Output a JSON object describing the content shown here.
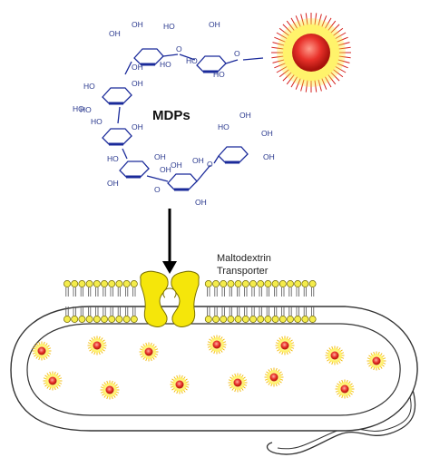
{
  "labels": {
    "compound": "MDPs",
    "transporter_line1": "Maltodextrin",
    "transporter_line2": "Transporter"
  },
  "oh_label": "OH",
  "o_label": "O",
  "colors": {
    "structure": "#1a2a9a",
    "sun_core": "#e8312a",
    "sun_glow": "#ffe000",
    "sun_rays": "#d6221f",
    "transporter": "#f5e60a",
    "lipid_head": "#f4ec4b",
    "membrane_line": "#2b2b2b"
  },
  "icons": {
    "probe": "glowing-nanoparticle-icon",
    "arrow": "down-arrow-icon"
  }
}
